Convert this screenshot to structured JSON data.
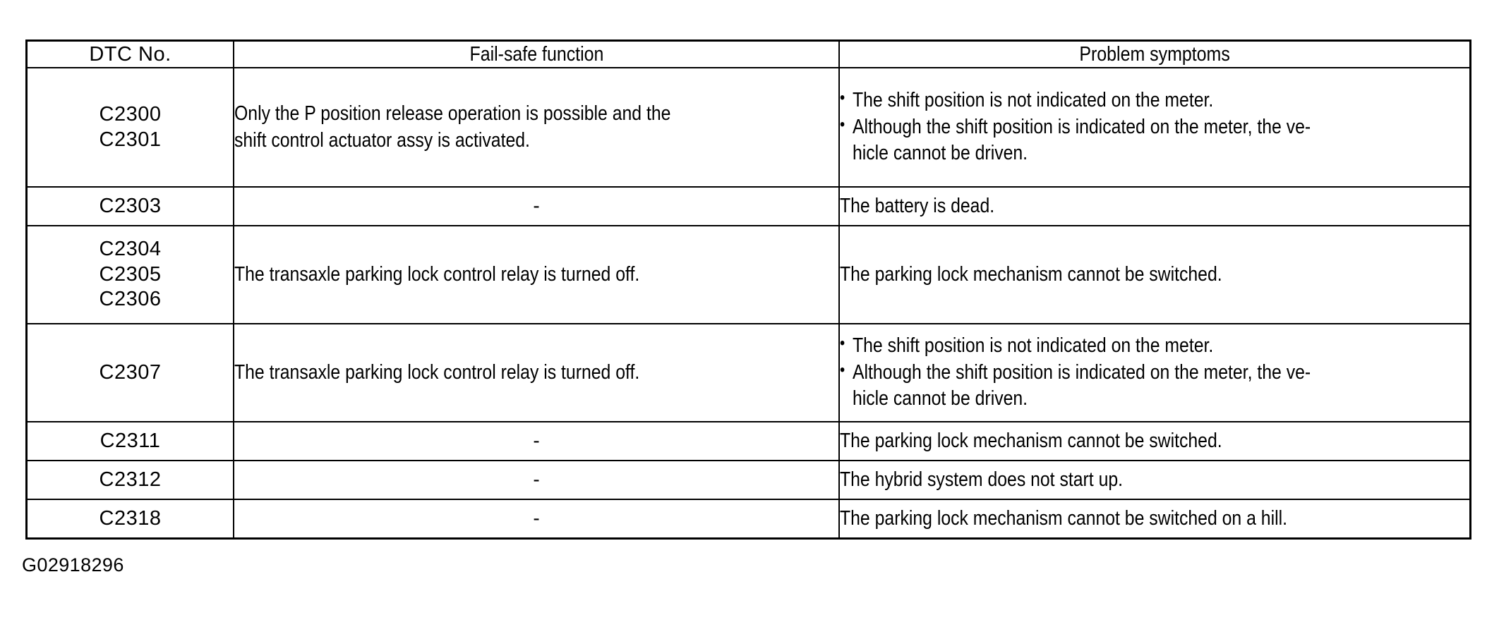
{
  "table": {
    "columns": [
      {
        "key": "dtc_no",
        "header": "DTC No."
      },
      {
        "key": "fail_safe",
        "header": "Fail-safe function"
      },
      {
        "key": "problem_symptoms",
        "header": "Problem symptoms"
      }
    ],
    "rows": [
      {
        "codes": [
          "C2300",
          "C2301"
        ],
        "fail_safe_lines": [
          "Only the P position release operation is possible and the",
          "shift control actuator assy is activated."
        ],
        "symptom_type": "bullets",
        "symptom_bullets": [
          {
            "line1": "The shift position is not indicated on the meter."
          },
          {
            "line1": "Although the shift position is indicated on the meter, the ve-",
            "line2": "hicle cannot be driven."
          }
        ]
      },
      {
        "codes": [
          "C2303"
        ],
        "fail_safe_lines": [
          "-"
        ],
        "symptom_type": "plain",
        "symptom_text": "The battery is dead."
      },
      {
        "codes": [
          "C2304",
          "C2305",
          "C2306"
        ],
        "fail_safe_lines": [
          "The transaxle parking lock control relay is turned off."
        ],
        "symptom_type": "plain",
        "symptom_text": "The parking lock mechanism cannot be switched."
      },
      {
        "codes": [
          "C2307"
        ],
        "fail_safe_lines": [
          "The transaxle parking lock control relay is turned off."
        ],
        "symptom_type": "bullets",
        "symptom_bullets": [
          {
            "line1": "The shift position is not indicated on the meter."
          },
          {
            "line1": "Although the shift position is indicated on the meter, the ve-",
            "line2": "hicle cannot be driven."
          }
        ]
      },
      {
        "codes": [
          "C2311"
        ],
        "fail_safe_lines": [
          "-"
        ],
        "symptom_type": "plain",
        "symptom_text": "The parking lock mechanism cannot be switched."
      },
      {
        "codes": [
          "C2312"
        ],
        "fail_safe_lines": [
          "-"
        ],
        "symptom_type": "plain",
        "symptom_text": "The hybrid system does not start up."
      },
      {
        "codes": [
          "C2318"
        ],
        "fail_safe_lines": [
          "-"
        ],
        "symptom_type": "plain",
        "symptom_text": "The parking lock mechanism cannot be switched on a hill."
      }
    ]
  },
  "figure": {
    "caption": "G02918296"
  },
  "colors": {
    "ink": "#000000",
    "paper": "#ffffff"
  }
}
